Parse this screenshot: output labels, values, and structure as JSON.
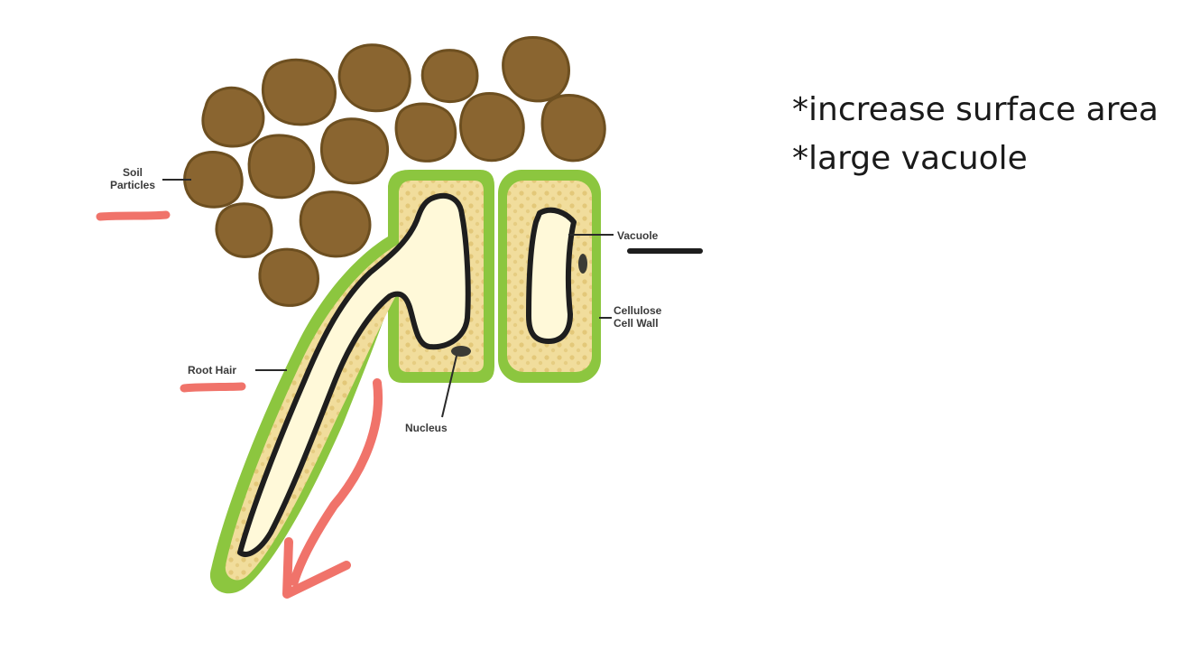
{
  "labels": {
    "soil_line1": "Soil",
    "soil_line2": "Particles",
    "vacuole": "Vacuole",
    "cellulose_line1": "Cellulose",
    "cellulose_line2": "Cell Wall",
    "root_hair": "Root Hair",
    "nucleus": "Nucleus"
  },
  "notes": [
    "*increase surface area",
    "*large vacuole"
  ],
  "colors": {
    "soil": "#8a6530",
    "soil_dark": "#5e4318",
    "cell_wall": "#8cc63f",
    "cytoplasm": "#f3e3a6",
    "vacuole": "#fff9d9",
    "annotation_red": "#f0736a",
    "ink": "#1e1e1e"
  }
}
